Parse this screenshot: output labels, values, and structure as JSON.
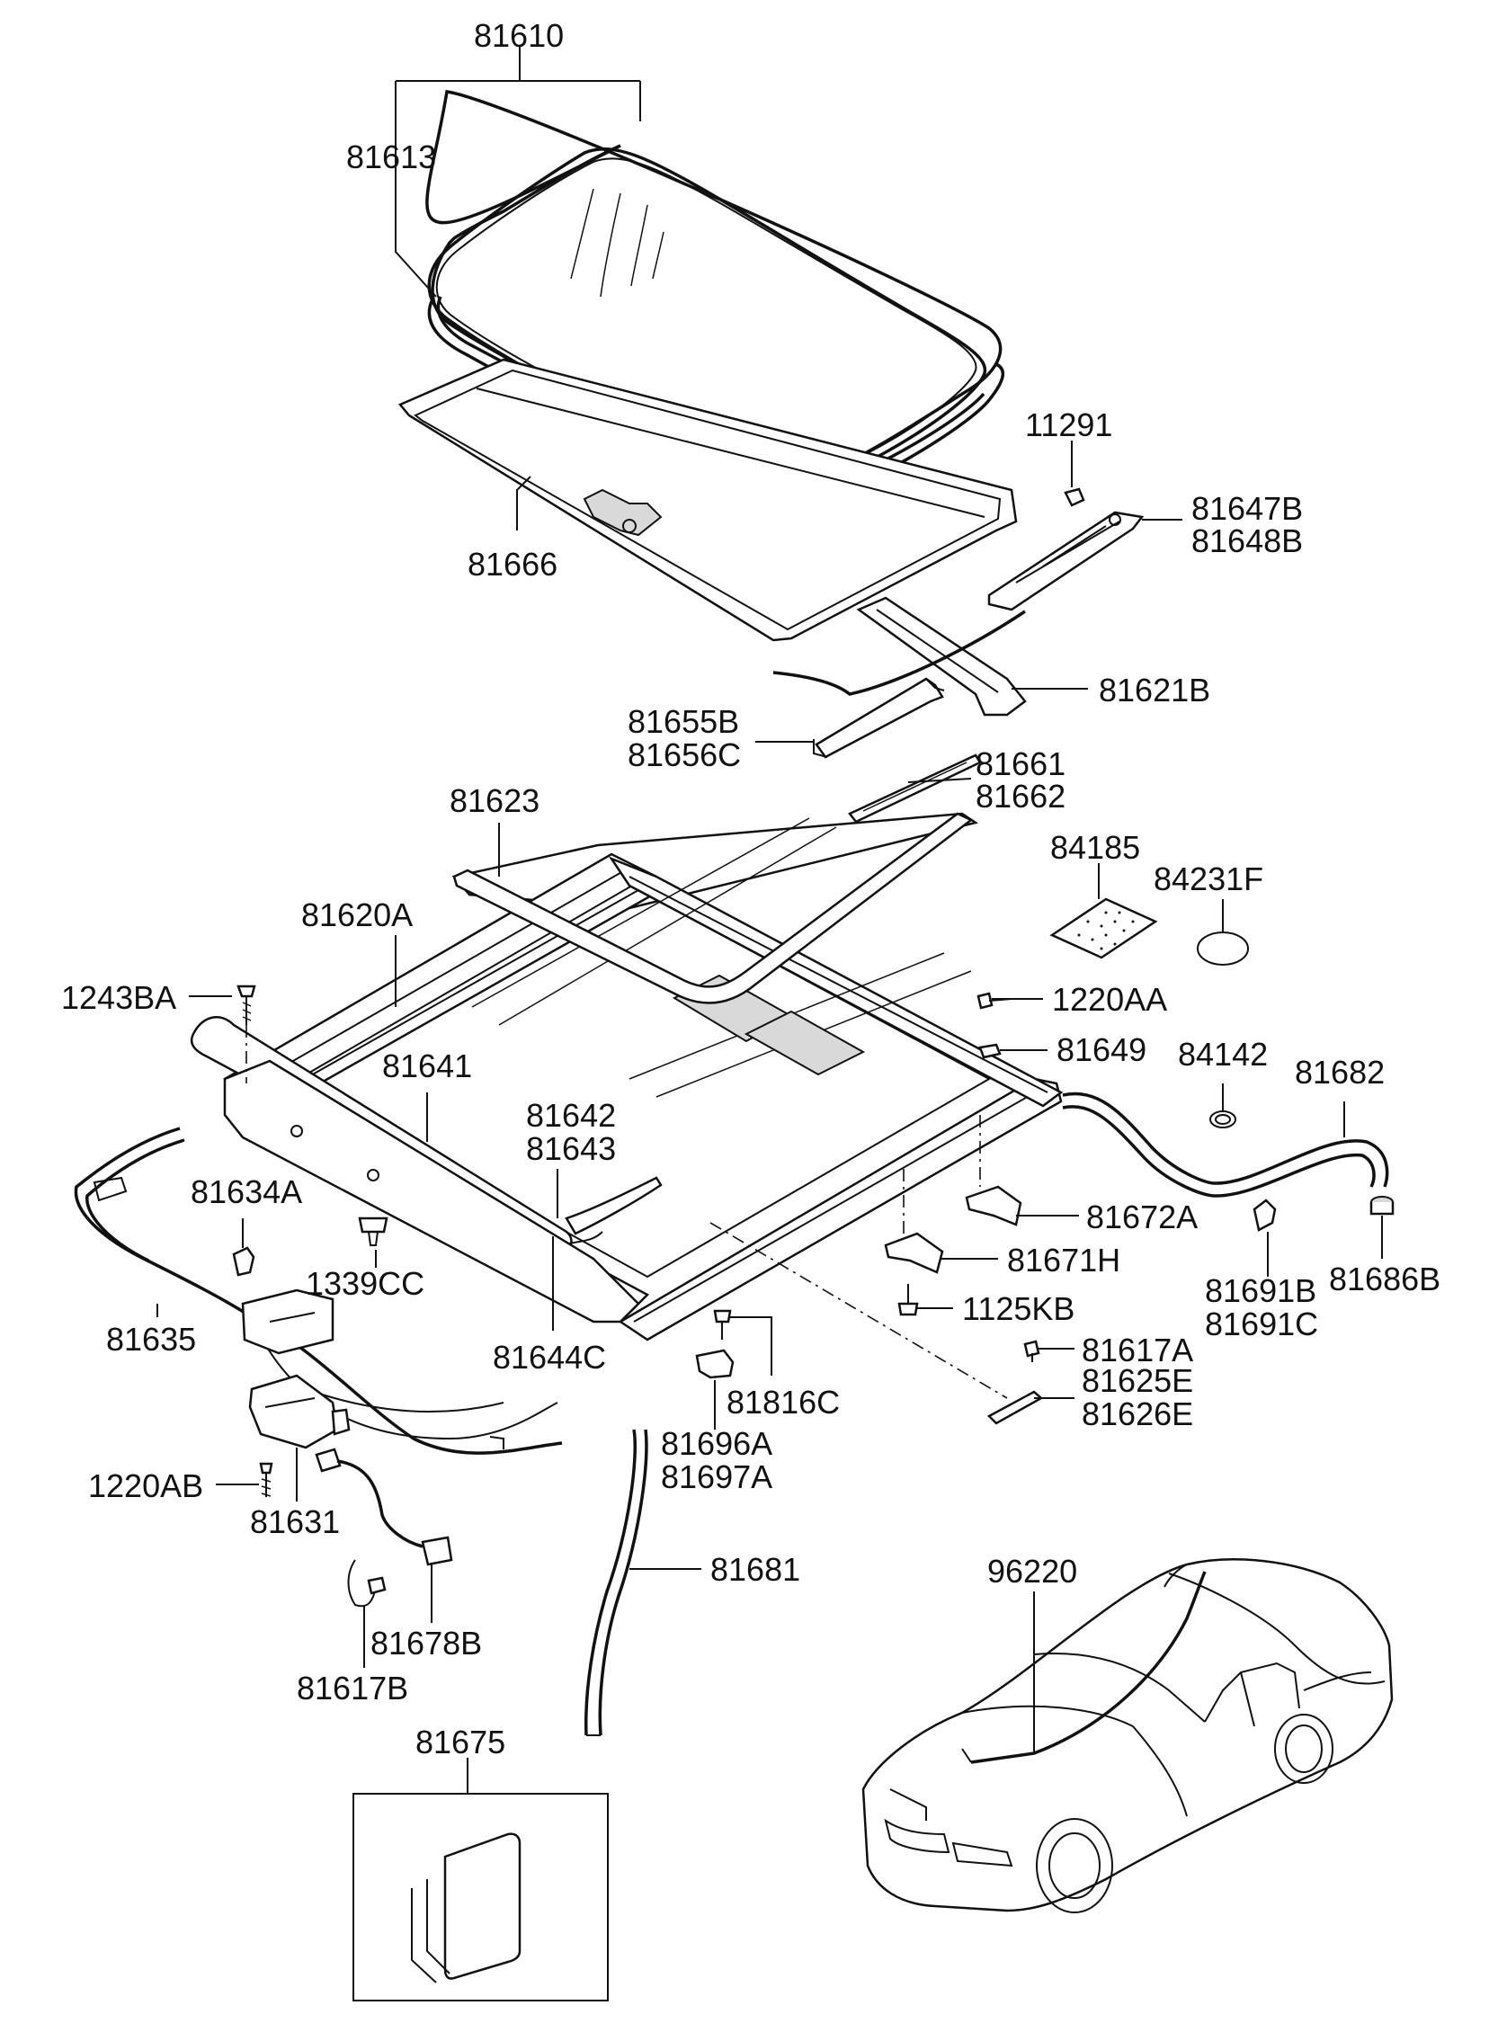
{
  "labels": {
    "p81610": "81610",
    "p81613": "81613",
    "p11291": "11291",
    "p81647B": "81647B",
    "p81648B": "81648B",
    "p81666": "81666",
    "p81621B": "81621B",
    "p81655B": "81655B",
    "p81656C": "81656C",
    "p81661": "81661",
    "p81662": "81662",
    "p81623": "81623",
    "p84185": "84185",
    "p84231F": "84231F",
    "p81620A": "81620A",
    "p1243BA": "1243BA",
    "p1220AA": "1220AA",
    "p81649": "81649",
    "p84142": "84142",
    "p81682": "81682",
    "p81641": "81641",
    "p81642": "81642",
    "p81643": "81643",
    "p81634A": "81634A",
    "p81672A": "81672A",
    "p81671H": "81671H",
    "p81691B": "81691B",
    "p81691C": "81691C",
    "p81686B": "81686B",
    "p1339CC": "1339CC",
    "p1125KB": "1125KB",
    "p81635": "81635",
    "p81644C": "81644C",
    "p81617A": "81617A",
    "p81816C": "81816C",
    "p81625E": "81625E",
    "p81626E": "81626E",
    "p81696A": "81696A",
    "p81697A": "81697A",
    "p1220AB": "1220AB",
    "p81631": "81631",
    "p81681": "81681",
    "p96220": "96220",
    "p81678B": "81678B",
    "p81617B": "81617B",
    "p81675": "81675"
  }
}
